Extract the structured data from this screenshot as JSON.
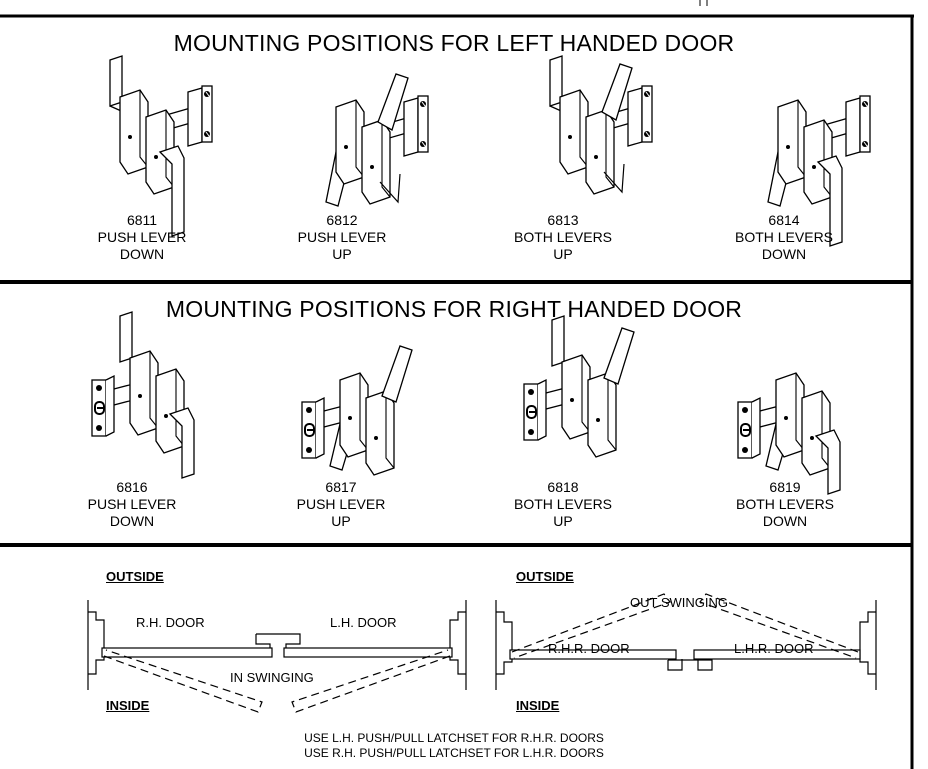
{
  "left_panel": {
    "title": "MOUNTING POSITIONS FOR LEFT HANDED DOOR",
    "items": [
      {
        "model": "6811",
        "line1": "PUSH LEVER",
        "line2": "DOWN"
      },
      {
        "model": "6812",
        "line1": "PUSH LEVER",
        "line2": "UP"
      },
      {
        "model": "6813",
        "line1": "BOTH LEVERS",
        "line2": "UP"
      },
      {
        "model": "6814",
        "line1": "BOTH LEVERS",
        "line2": "DOWN"
      }
    ]
  },
  "right_panel": {
    "title": "MOUNTING POSITIONS FOR RIGHT HANDED DOOR",
    "items": [
      {
        "model": "6816",
        "line1": "PUSH LEVER",
        "line2": "DOWN"
      },
      {
        "model": "6817",
        "line1": "PUSH LEVER",
        "line2": "UP"
      },
      {
        "model": "6818",
        "line1": "BOTH LEVERS",
        "line2": "UP"
      },
      {
        "model": "6819",
        "line1": "BOTH LEVERS",
        "line2": "DOWN"
      }
    ]
  },
  "door_diagram": {
    "in_swinging": {
      "outside": "OUTSIDE",
      "inside": "INSIDE",
      "rh_door": "R.H. DOOR",
      "lh_door": "L.H. DOOR",
      "swing": "IN SWINGING"
    },
    "out_swinging": {
      "outside": "OUTSIDE",
      "inside": "INSIDE",
      "rhr_door": "R.H.R. DOOR",
      "lhr_door": "L.H.R. DOOR",
      "swing": "OUT SWINGING"
    },
    "notes": [
      "USE L.H. PUSH/PULL LATCHSET FOR R.H.R. DOORS",
      "USE R.H. PUSH/PULL LATCHSET FOR L.H.R. DOORS"
    ]
  }
}
